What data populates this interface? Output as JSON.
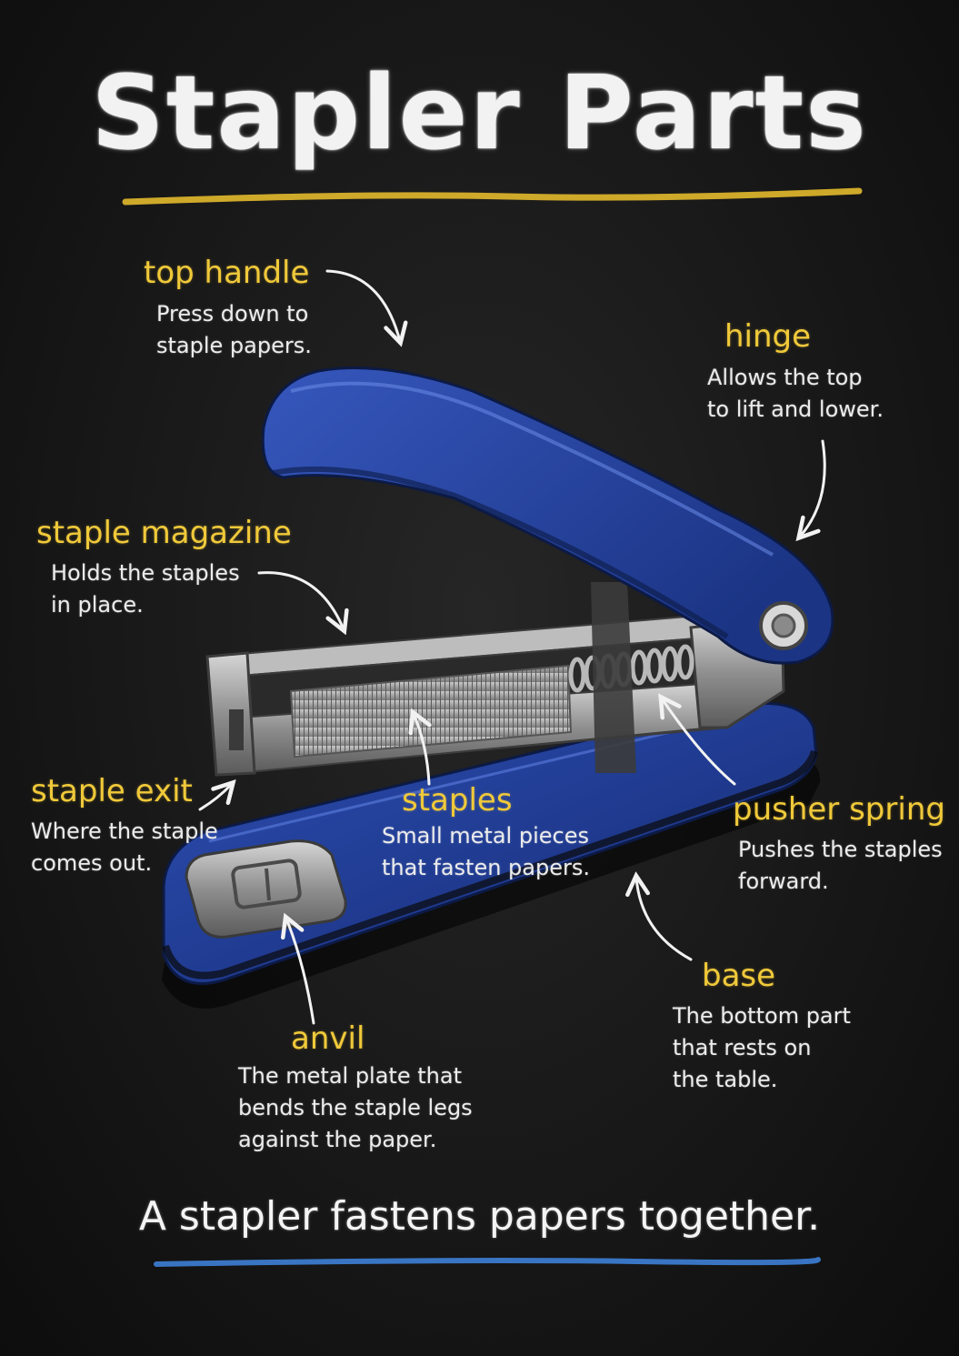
{
  "title": "Stapler Parts",
  "caption": "A stapler fastens papers together.",
  "colors": {
    "background": "#161616",
    "label": "#f0c93a",
    "text": "#ececec",
    "stapler_blue": "#1f3a8f",
    "metal": "#9a9a9a",
    "title_underline": "#e2b92c",
    "caption_underline": "#3d7fd6"
  },
  "parts": {
    "top_handle": {
      "label": "top handle",
      "desc": "Press down to\nstaple papers."
    },
    "hinge": {
      "label": "hinge",
      "desc": "Allows the top\nto lift and lower."
    },
    "staple_magazine": {
      "label": "staple magazine",
      "desc": "Holds the staples\nin place."
    },
    "staple_exit": {
      "label": "staple exit",
      "desc": "Where the staple\ncomes out."
    },
    "staples": {
      "label": "staples",
      "desc": "Small metal pieces\nthat fasten papers."
    },
    "pusher_spring": {
      "label": "pusher spring",
      "desc": "Pushes the staples\nforward."
    },
    "base": {
      "label": "base",
      "desc": "The bottom part\nthat rests on\nthe table."
    },
    "anvil": {
      "label": "anvil",
      "desc": "The metal plate that\nbends the staple legs\nagainst the paper."
    }
  }
}
